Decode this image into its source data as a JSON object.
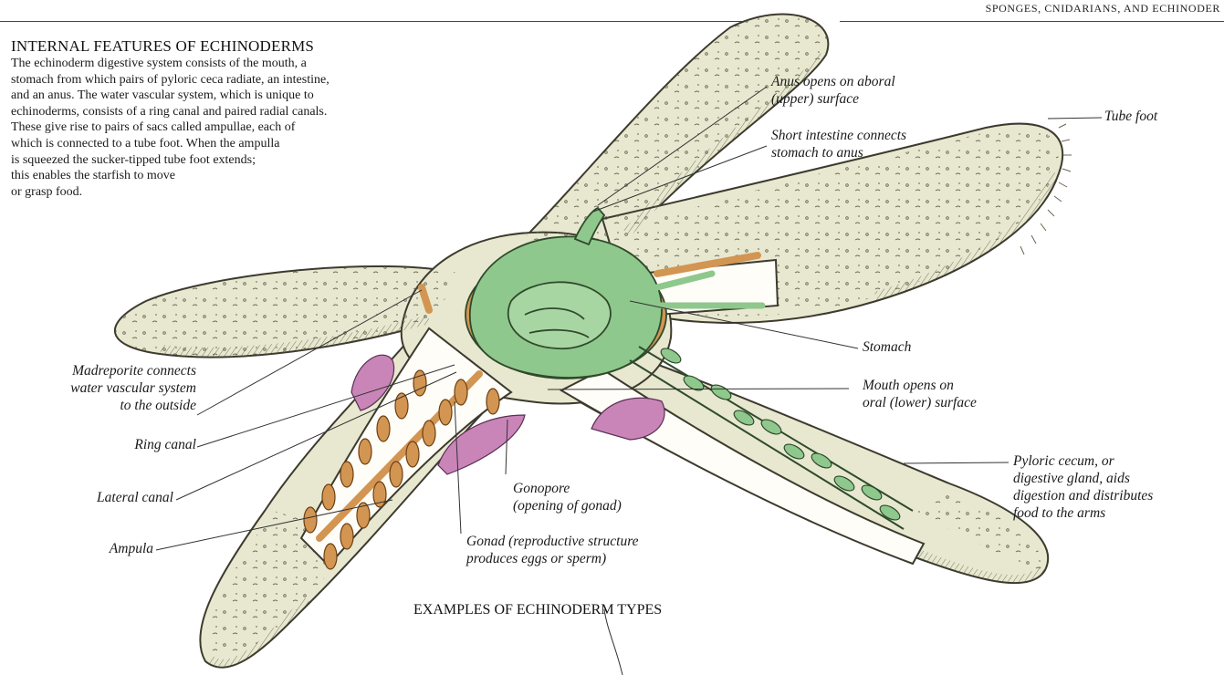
{
  "header": {
    "running_head": "SPONGES, CNIDARIANS, AND ECHINODER"
  },
  "intro": {
    "title": "INTERNAL FEATURES OF ECHINODERMS",
    "lines": [
      "The echinoderm digestive system consists of the mouth, a",
      "stomach from which pairs of pyloric ceca radiate, an intestine,",
      "and an anus. The water vascular system, which is unique to",
      "echinoderms, consists of a ring canal and paired radial canals.",
      "These give rise to pairs of sacs called ampullae, each of",
      "which is connected to a tube foot. When the ampulla",
      "is squeezed the sucker-tipped tube foot extends;",
      "this enables the starfish to move",
      "or grasp food."
    ]
  },
  "labels": {
    "anus": [
      "Anus opens on aboral",
      "(upper) surface"
    ],
    "intestine": [
      "Short intestine connects",
      "stomach to anus"
    ],
    "tube_foot": [
      "Tube foot"
    ],
    "stomach": [
      "Stomach"
    ],
    "mouth": [
      "Mouth opens on",
      "oral (lower) surface"
    ],
    "pyloric": [
      "Pyloric cecum, or",
      "digestive gland, aids",
      "digestion and distributes",
      "food to the arms"
    ],
    "madreporite": [
      "Madreporite connects",
      "water vascular system",
      "to the outside"
    ],
    "ring_canal": [
      "Ring canal"
    ],
    "lateral_canal": [
      "Lateral canal"
    ],
    "ampula": [
      "Ampula"
    ],
    "gonopore": [
      "Gonopore",
      "(opening of gonad)"
    ],
    "gonad": [
      "Gonad (reproductive structure",
      "produces eggs or sperm)"
    ]
  },
  "examples_heading": "EXAMPLES OF ECHINODERM TYPES",
  "colors": {
    "body": "#e7e8cf",
    "body_edge": "#3d3a2e",
    "canal": "#d39552",
    "gut": "#8fc88c",
    "gonad": "#c985b8",
    "leader": "#333333"
  }
}
